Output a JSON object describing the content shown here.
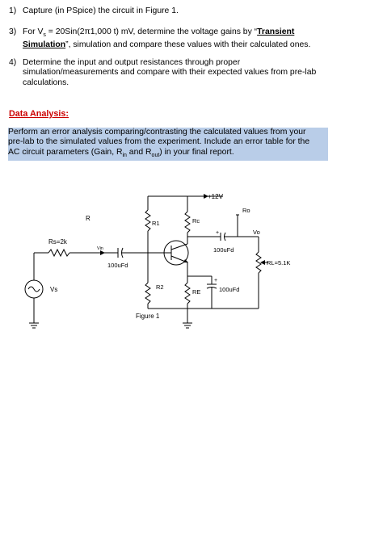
{
  "items": [
    {
      "num": "1)",
      "text": "Capture (in PSpice) the circuit in Figure 1."
    },
    {
      "num": "3)",
      "pre": "For V",
      "pre_sub": "s",
      "mid": " = 20Sin(2π1,000 t) mV,  determine the voltage gains by “",
      "bold": "Transient Simulation",
      "post": "”, simulation and compare these values with their calculated ones."
    },
    {
      "num": "4)",
      "text": "Determine the input and output resistances through proper simulation/measurements and compare with their expected values from pre-lab calculations."
    }
  ],
  "heading": "Data Analysis:",
  "highlight": {
    "line1": "Perform an error analysis comparing/contrasting the calculated values from your",
    "line2": "pre-lab to the simulated values from the experiment. Include an error table for the",
    "line3a": "AC circuit parameters (Gain, R",
    "line3_sub1": "in",
    "line3b": " and R",
    "line3_sub2": "out",
    "line3c": ") in your final report."
  },
  "schematic": {
    "vcc": "+12V",
    "r_label": "R",
    "rs": "Rs=2k",
    "vin": "Vin",
    "cin": "100uFd",
    "vs": "Vs",
    "r1": "R1",
    "r2": "R2",
    "rc": "Rc",
    "re": "RE",
    "cout": "100uFd",
    "ce": "100uFd",
    "ro": "Ro",
    "vo": "Vo",
    "rl": "RL=5.1K",
    "figure": "Figure 1"
  }
}
